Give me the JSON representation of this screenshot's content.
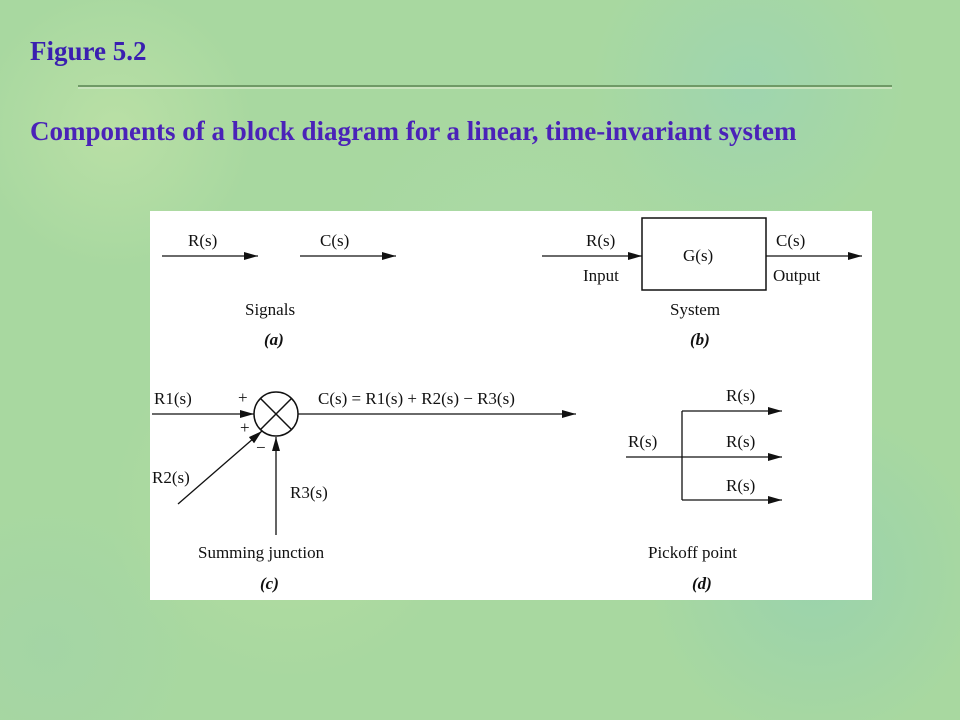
{
  "slide": {
    "title": "Figure 5.2",
    "subtitle": "Components of a block diagram for a linear, time-invariant system"
  },
  "figure": {
    "signals": {
      "input_label": "R(s)",
      "output_label": "C(s)",
      "caption": "Signals",
      "tag": "(a)"
    },
    "system": {
      "block_label": "G(s)",
      "input_label": "R(s)",
      "input_caption": "Input",
      "output_label": "C(s)",
      "output_caption": "Output",
      "caption": "System",
      "tag": "(b)"
    },
    "summing": {
      "input1_label": "R1(s)",
      "input2_label": "R2(s)",
      "input3_label": "R3(s)",
      "sign1": "+",
      "sign2": "+",
      "sign3": "−",
      "output_label": "C(s) = R1(s) + R2(s) − R3(s)",
      "caption": "Summing junction",
      "tag": "(c)"
    },
    "pickoff": {
      "input_label": "R(s)",
      "branch_labels": [
        "R(s)",
        "R(s)",
        "R(s)"
      ],
      "caption": "Pickoff point",
      "tag": "(d)"
    }
  }
}
